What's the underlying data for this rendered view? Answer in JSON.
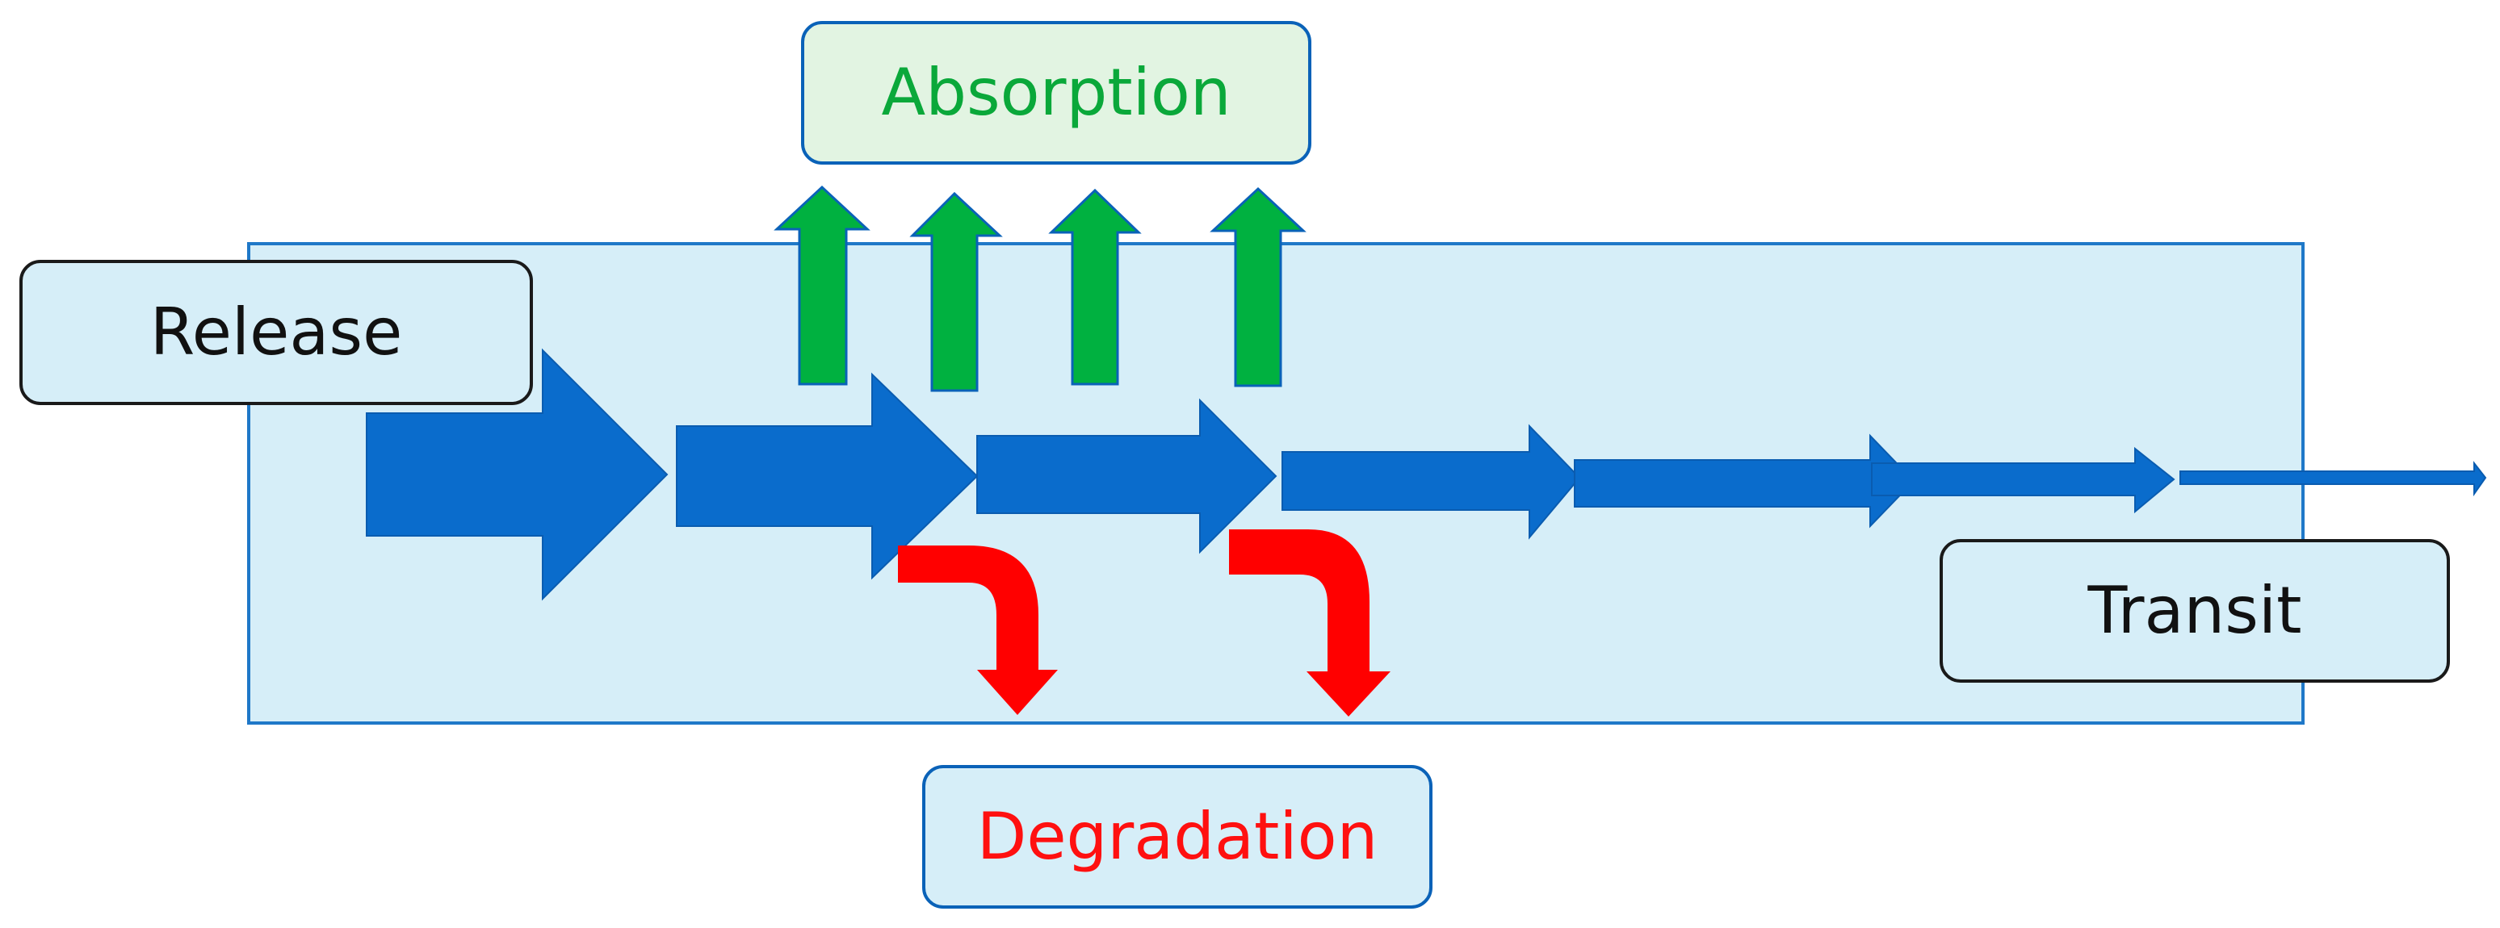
{
  "diagram": {
    "labels": {
      "release": "Release",
      "absorption": "Absorption",
      "transit": "Transit",
      "degradation": "Degradation"
    },
    "colors": {
      "region_fill": "#d6eef8",
      "region_border": "#1f78c8",
      "flow_arrows": "#0a6ccc",
      "absorption_arrows": "#00b140",
      "degradation_arrows": "#ff0000",
      "absorption_text": "#0aa83a",
      "degradation_text": "#ff1010"
    }
  }
}
